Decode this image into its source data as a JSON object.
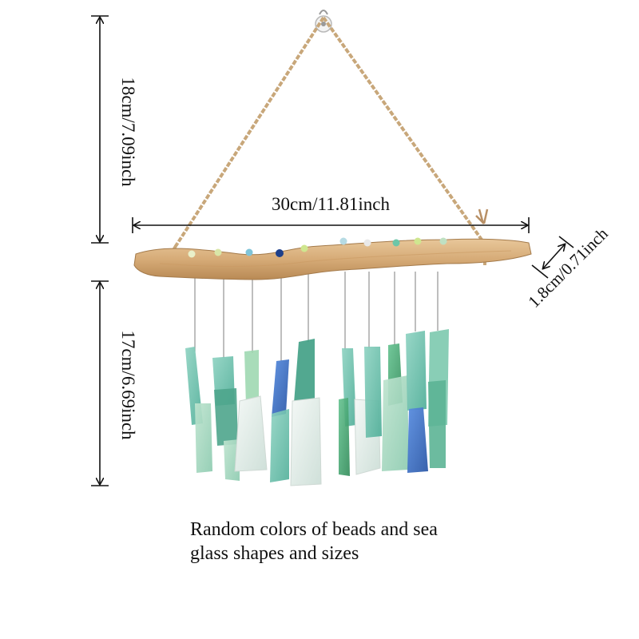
{
  "dimensions": {
    "height_upper": "18cm/7.09inch",
    "width": "30cm/11.81inch",
    "height_lower": "17cm/6.69inch",
    "thickness": "1.8cm/0.71inch"
  },
  "caption": {
    "line1": "Random colors of beads and sea",
    "line2": "glass shapes and sizes"
  },
  "colors": {
    "driftwood": "#d9b27f",
    "twine": "#c8a77a",
    "glass_seafoam": "#6fbfae",
    "glass_green": "#3ea36a",
    "glass_cobalt": "#3b6fc4",
    "glass_white": "#e3ece8"
  }
}
